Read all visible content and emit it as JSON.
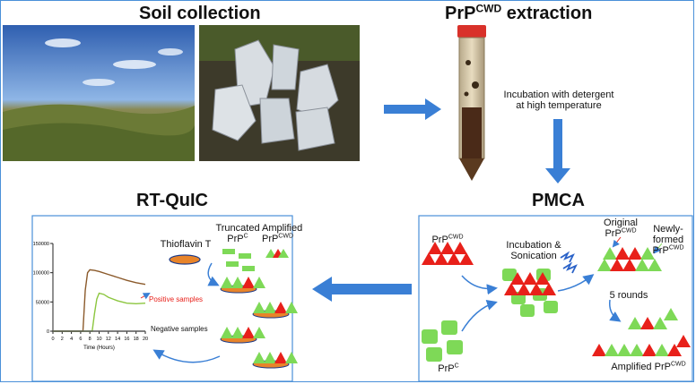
{
  "titles": {
    "soil": "Soil collection",
    "extraction_base": "PrP",
    "extraction_sup": "CWD",
    "extraction_suffix": " extraction",
    "rtquic": "RT-QuIC",
    "pmca": "PMCA"
  },
  "extraction": {
    "incubation_line1": "Incubation with detergent",
    "incubation_line2": "at high temperature"
  },
  "pmca": {
    "prp_cwd_base": "PrP",
    "prp_cwd_sup": "CWD",
    "prp_c_base": "PrP",
    "prp_c_sup": "C",
    "incubation_line1": "Incubation &",
    "incubation_line2": "Sonication",
    "original_line1": "Original",
    "original_base": "PrP",
    "original_sup": "CWD",
    "newly_line1": "Newly-formed",
    "newly_base": "PrP",
    "newly_sup": "CWD",
    "rounds": "5 rounds",
    "amplified_base": "Amplified PrP",
    "amplified_sup": "CWD"
  },
  "rtquic": {
    "thioflavin": "Thioflavin T",
    "truncated_line1": "Truncated",
    "truncated_base": "PrP",
    "truncated_sup": "C",
    "amplified_line1": "Amplified",
    "amplified_base": "PrP",
    "amplified_sup": "CWD",
    "positive": "Positive samples",
    "negative": "Negative samples"
  },
  "colors": {
    "border": "#4a90d9",
    "arrow": "#3a7fd5",
    "prp_cwd": "#e8201a",
    "prp_c": "#7ed957",
    "positive_text": "#e8201a",
    "tht": "#e8842a"
  },
  "chart_data": {
    "type": "line",
    "xlabel": "Time (Hours)",
    "ylabel": "",
    "xlim": [
      0,
      20
    ],
    "ylim": [
      0,
      150000
    ],
    "xticks": [
      "0",
      "2",
      "4",
      "6",
      "8",
      "10",
      "12",
      "14",
      "16",
      "18",
      "20"
    ],
    "yticks": [
      "0",
      "50000",
      "100000",
      "150000"
    ],
    "series": [
      {
        "name": "Positive samples",
        "color": "#8b5a2b",
        "x": [
          0,
          6.5,
          7.0,
          7.5,
          8.0,
          9,
          10,
          12,
          14,
          16,
          18,
          20
        ],
        "y": [
          0,
          0,
          70000,
          100000,
          105000,
          104000,
          102000,
          97000,
          92000,
          87000,
          83000,
          80000
        ]
      },
      {
        "name": "Positive samples",
        "color": "#8cc63f",
        "x": [
          0,
          8.5,
          9.0,
          9.5,
          10,
          11,
          12,
          14,
          16,
          18,
          20
        ],
        "y": [
          0,
          0,
          30000,
          55000,
          65000,
          63000,
          58000,
          52000,
          48000,
          47000,
          48000
        ]
      },
      {
        "name": "Negative samples",
        "color": "#555555",
        "x": [
          0,
          2,
          4,
          6,
          8,
          10,
          12,
          14,
          16,
          18,
          20
        ],
        "y": [
          0,
          0,
          0,
          0,
          0,
          0,
          0,
          0,
          0,
          0,
          0
        ]
      }
    ]
  }
}
